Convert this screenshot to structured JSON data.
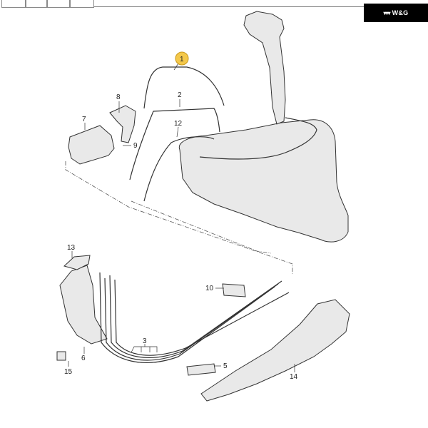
{
  "brand": {
    "mark": "▾▾▾",
    "name": "W&G"
  },
  "callouts": [
    {
      "id": "1",
      "label": "1"
    },
    {
      "id": "2",
      "label": "2"
    },
    {
      "id": "3",
      "label": "3"
    },
    {
      "id": "5",
      "label": "5"
    },
    {
      "id": "6",
      "label": "6"
    },
    {
      "id": "7",
      "label": "7"
    },
    {
      "id": "8",
      "label": "8"
    },
    {
      "id": "9",
      "label": "9"
    },
    {
      "id": "10",
      "label": "10"
    },
    {
      "id": "12",
      "label": "12"
    },
    {
      "id": "13",
      "label": "13"
    },
    {
      "id": "14",
      "label": "14"
    },
    {
      "id": "15",
      "label": "15"
    }
  ],
  "colors": {
    "highlight": "#f4c84a",
    "line": "#333333",
    "fill": "#e9e9e9",
    "brand_bg": "#000000"
  }
}
